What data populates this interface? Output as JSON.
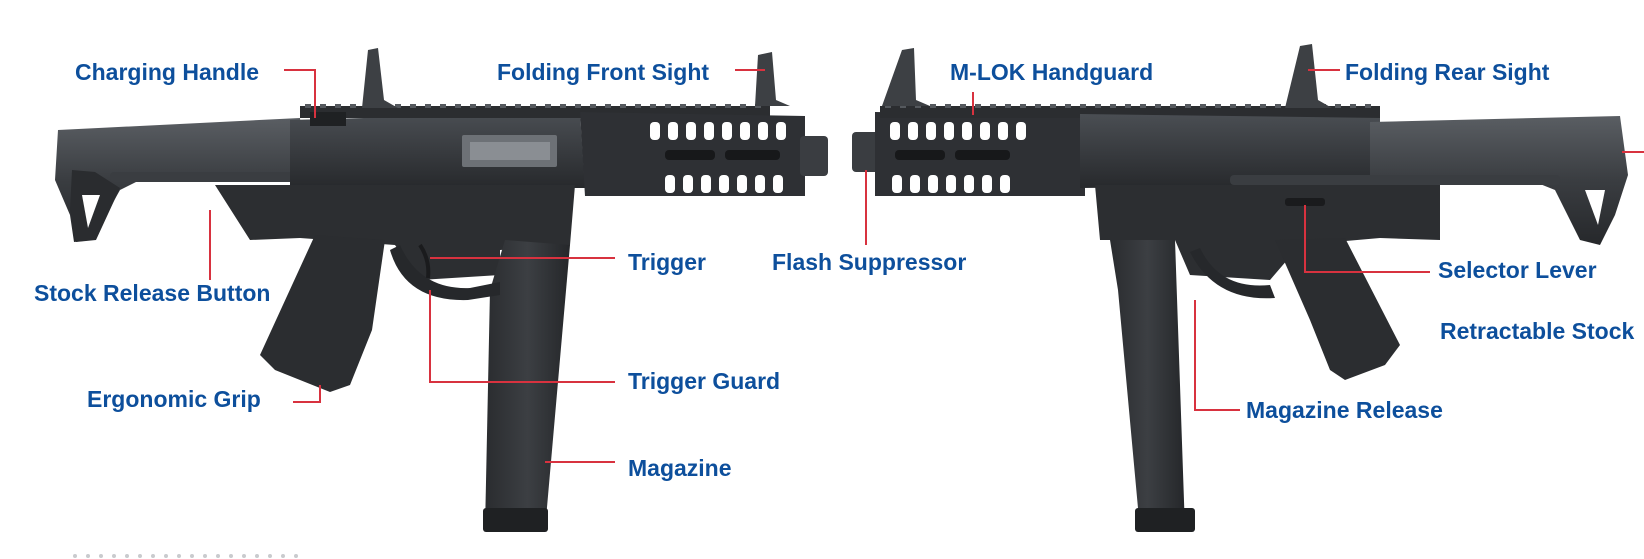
{
  "colors": {
    "label": "#0d4f9c",
    "leader": "#d8323f",
    "body_dark": "#2b2d30",
    "body_mid": "#3b3e42",
    "body_light": "#55595e",
    "metal": "#7c8085",
    "background": "#ffffff"
  },
  "left_view": {
    "labels": {
      "charging_handle": "Charging Handle",
      "folding_front_sight": "Folding Front Sight",
      "stock_release_button": "Stock Release Button",
      "trigger": "Trigger",
      "trigger_guard": "Trigger Guard",
      "ergonomic_grip": "Ergonomic Grip",
      "magazine": "Magazine"
    }
  },
  "right_view": {
    "labels": {
      "m_lok_handguard": "M-LOK Handguard",
      "folding_rear_sight": "Folding Rear Sight",
      "flash_suppressor": "Flash Suppressor",
      "selector_lever": "Selector Lever",
      "retractable_stock": "Retractable Stock",
      "magazine_release": "Magazine Release"
    }
  }
}
